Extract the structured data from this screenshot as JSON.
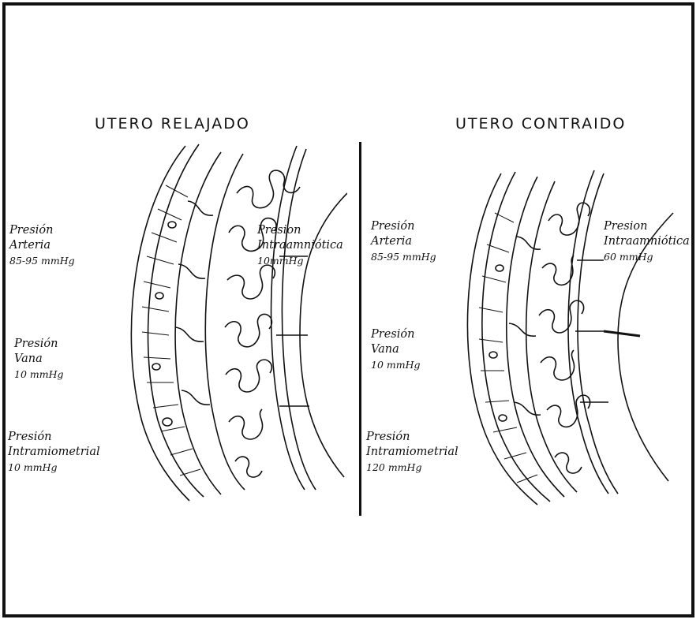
{
  "left_panel": {
    "title": "UTERO RELAJADO",
    "arterial": {
      "line1": "Presión",
      "line2": "Arteria",
      "value": "85-95 mmHg"
    },
    "venous": {
      "line1": "Presión",
      "line2": "Vana",
      "value": "10 mmHg"
    },
    "myometrial": {
      "line1": "Presión",
      "line2": "Intramiometrial",
      "value": "10 mmHg"
    },
    "amniotic": {
      "line1": "Presion",
      "line2": "Intraamniótica",
      "value": "10mmHg"
    }
  },
  "right_panel": {
    "title": "UTERO CONTRAIDO",
    "arterial": {
      "line1": "Presión",
      "line2": "Arteria",
      "value": "85-95 mmHg"
    },
    "venous": {
      "line1": "Presión",
      "line2": "Vana",
      "value": "10 mmHg"
    },
    "myometrial": {
      "line1": "Presión",
      "line2": "Intramiometrial",
      "value": "120 mmHg"
    },
    "amniotic": {
      "line1": "Presion",
      "line2": "Intraamniótica",
      "value": "60 mmHg"
    }
  }
}
